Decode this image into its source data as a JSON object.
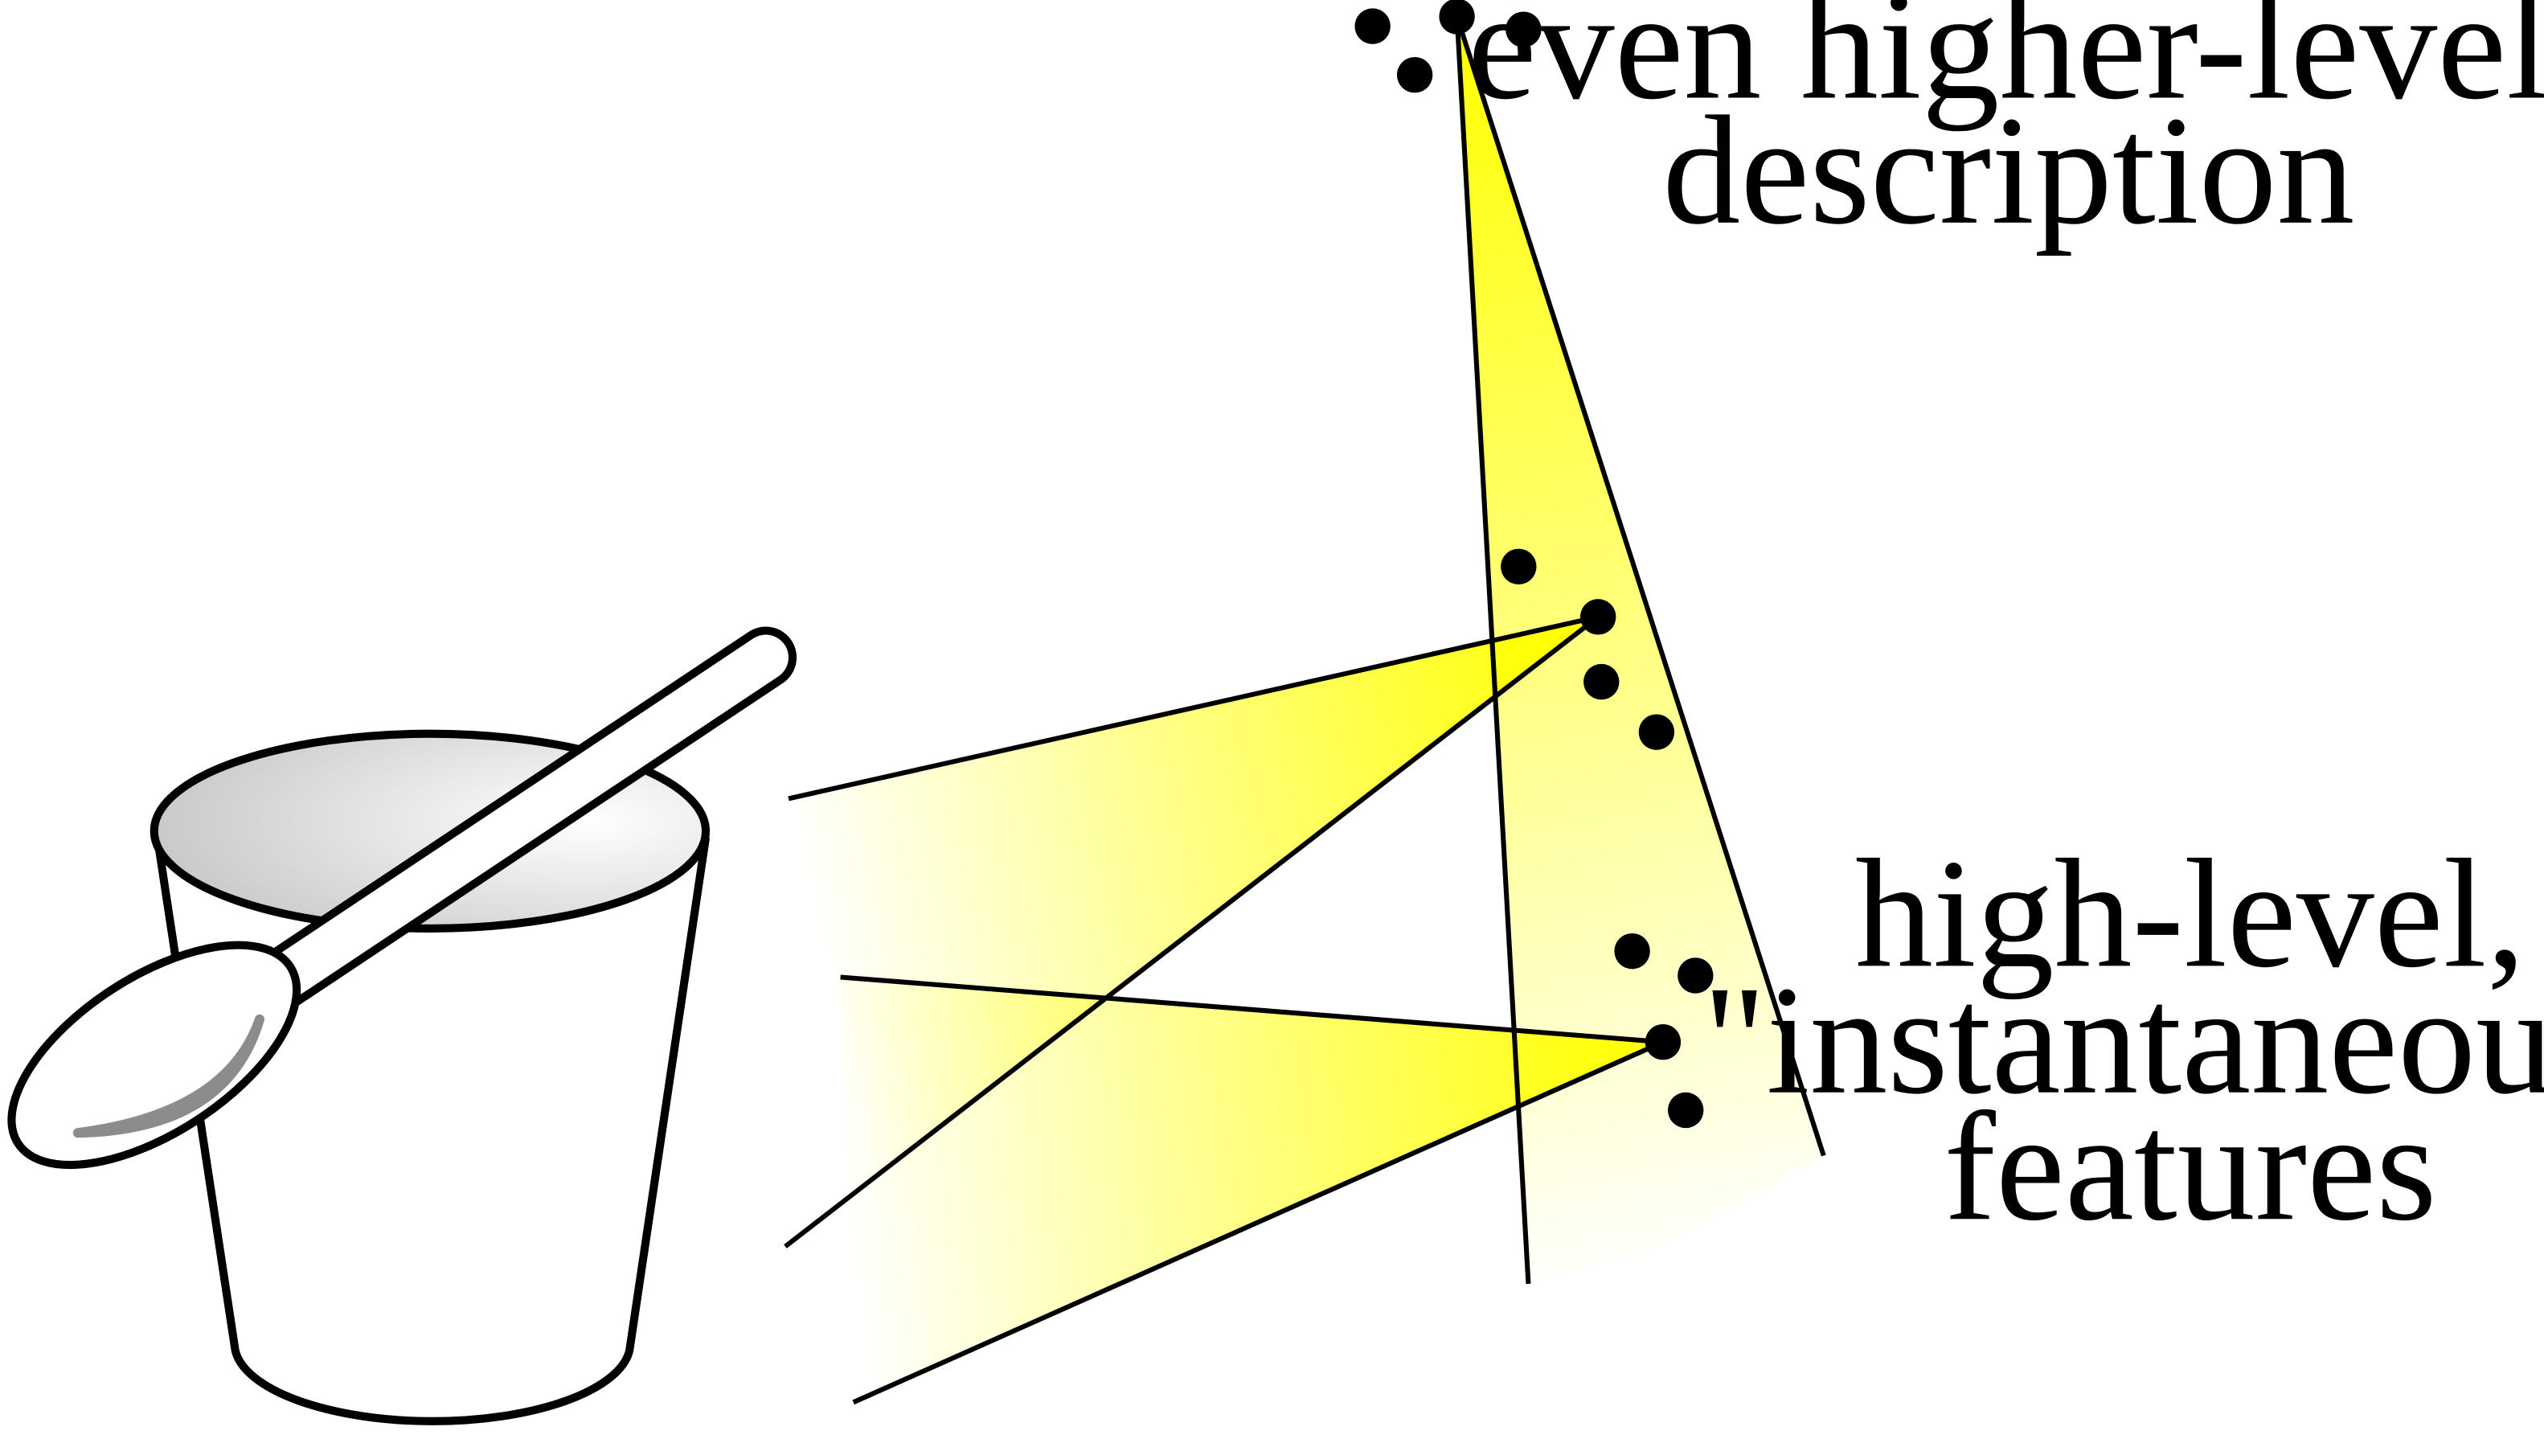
{
  "labels": {
    "top_line1": "even higher-level",
    "top_line2": "description",
    "bottom_line1": "high-level,",
    "bottom_line2": "\"instantaneous\"",
    "bottom_line3": "features"
  },
  "colors": {
    "beam": "#ffff00",
    "ink": "#000000",
    "cup_rim_shade": "#c8c8c8",
    "spoon_shade": "#8c8c8c",
    "background": "#ffffff"
  }
}
